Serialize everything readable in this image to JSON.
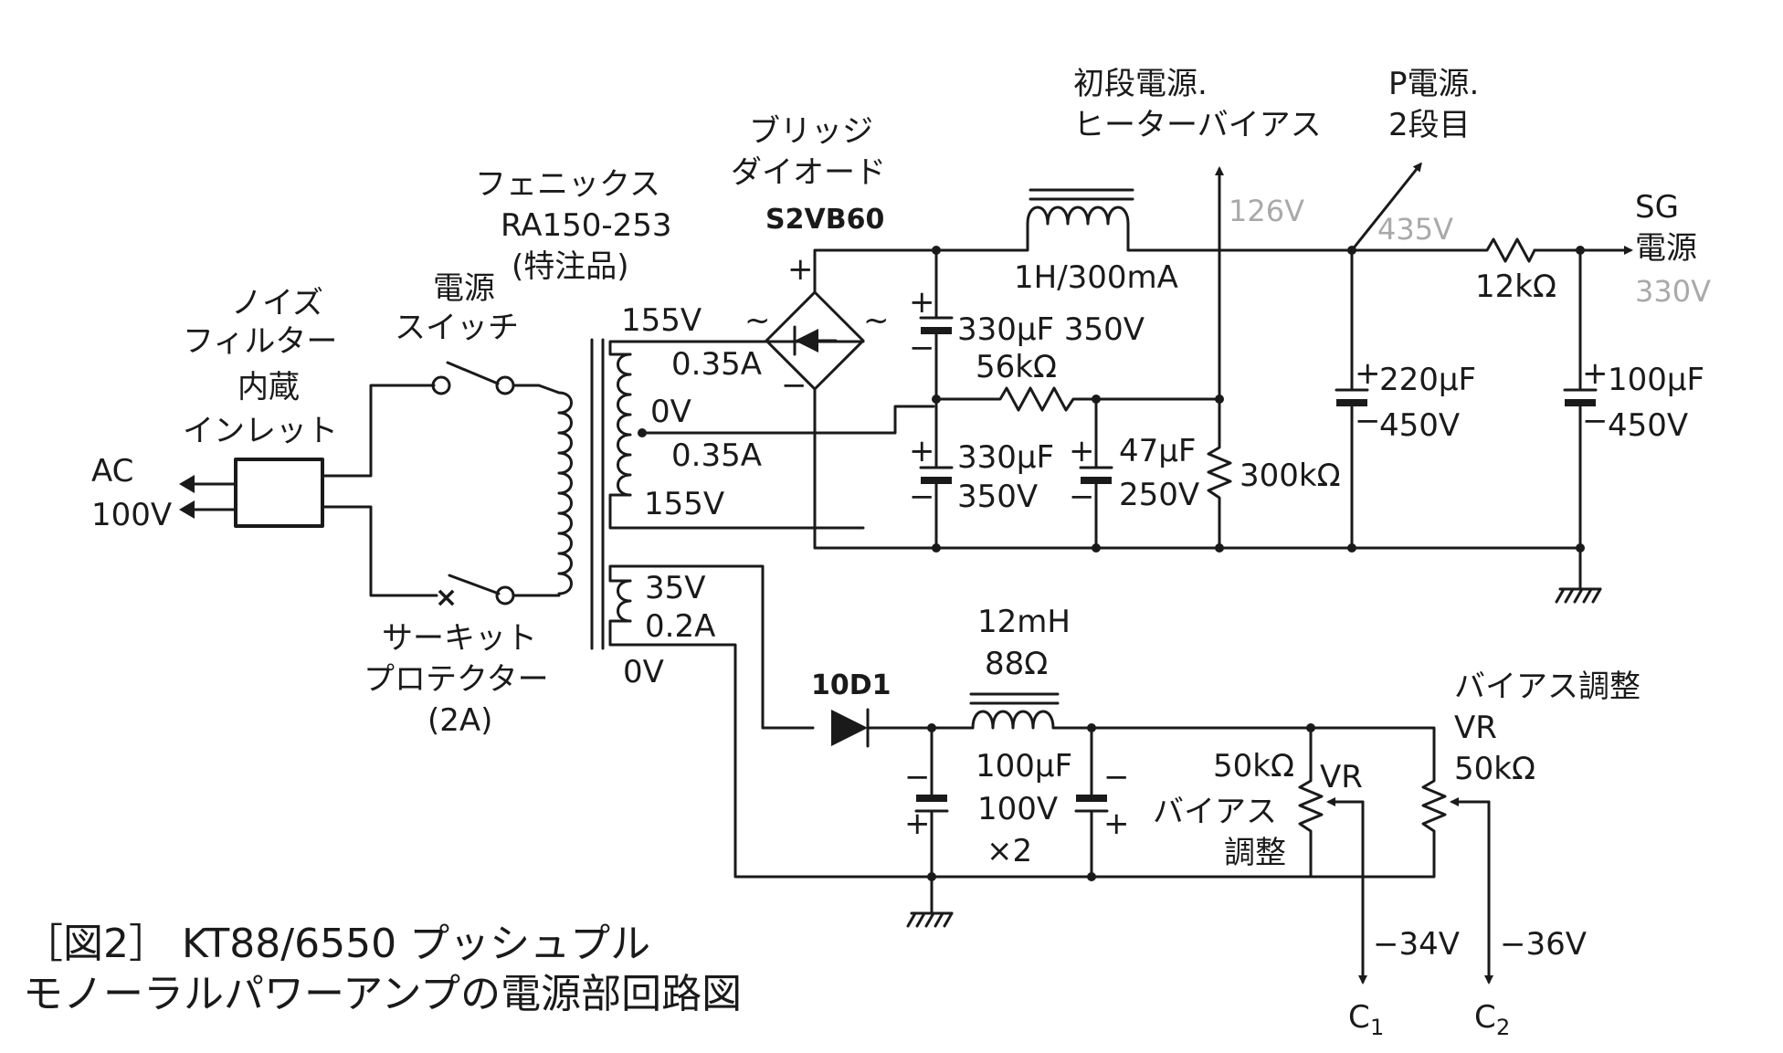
{
  "colors": {
    "line": "#1a1a1a",
    "measured_voltage": "#a9a9a9",
    "background": "#ffffff"
  },
  "caption": {
    "line1": "［図2］ KT88/6550 プッシュプル",
    "line2": "モノーラルパワーアンプの電源部回路図"
  },
  "ac_input": {
    "line1": "AC",
    "line2": "100V"
  },
  "noise_filter": [
    "ノイズ",
    "フィルター",
    "内蔵",
    "インレット"
  ],
  "power_switch": [
    "電源",
    "スイッチ"
  ],
  "circuit_protector": [
    "サーキット",
    "プロテクター",
    "(2A)"
  ],
  "transformer": {
    "maker": "フェニックス",
    "model": "RA150-253",
    "note": "(特注品)",
    "secondary_top": "155V",
    "current_1": "0.35A",
    "center": "0V",
    "current_2": "0.35A",
    "secondary_bottom": "155V",
    "bias_winding": "35V",
    "bias_current": "0.2A",
    "bias_zero": "0V"
  },
  "bridge": {
    "line1": "ブリッジ",
    "line2": "ダイオード",
    "part": "S2VB60",
    "plus": "+",
    "minus": "−",
    "ac_left": "~",
    "ac_right": "~"
  },
  "choke_b": "1H/300mA",
  "c1": {
    "value": "330μF 350V"
  },
  "r_56k": "56kΩ",
  "c2": {
    "line1": "330μF",
    "line2": "350V"
  },
  "c3": {
    "line1": "47μF",
    "line2": "250V"
  },
  "r_300k": "300kΩ",
  "first_stage": {
    "line1": "初段電源.",
    "line2": "ヒーターバイアス",
    "voltage": "126V"
  },
  "p_supply": {
    "line1": "P電源.",
    "line2": "2段目",
    "voltage": "435V"
  },
  "c4": {
    "line1": "220μF",
    "line2": "450V"
  },
  "r_12k": "12kΩ",
  "sg_supply": {
    "line1": "SG",
    "line2": "電源",
    "voltage": "330V"
  },
  "c5": {
    "line1": "100μF",
    "line2": "450V"
  },
  "diode_bias": "10D1",
  "choke_bias": {
    "line1": "12mH",
    "line2": "88Ω"
  },
  "c_bias": {
    "line1": "100μF",
    "line2": "100V",
    "line3": "×2"
  },
  "vr1": {
    "value": "50kΩ",
    "name": "VR",
    "adj1": "バイアス",
    "adj2": "調整"
  },
  "vr2": {
    "title": "バイアス調整",
    "name": "VR",
    "value": "50kΩ"
  },
  "out_c1": {
    "voltage": "−34V",
    "label": "C",
    "sub": "1"
  },
  "out_c2": {
    "voltage": "−36V",
    "label": "C",
    "sub": "2"
  }
}
